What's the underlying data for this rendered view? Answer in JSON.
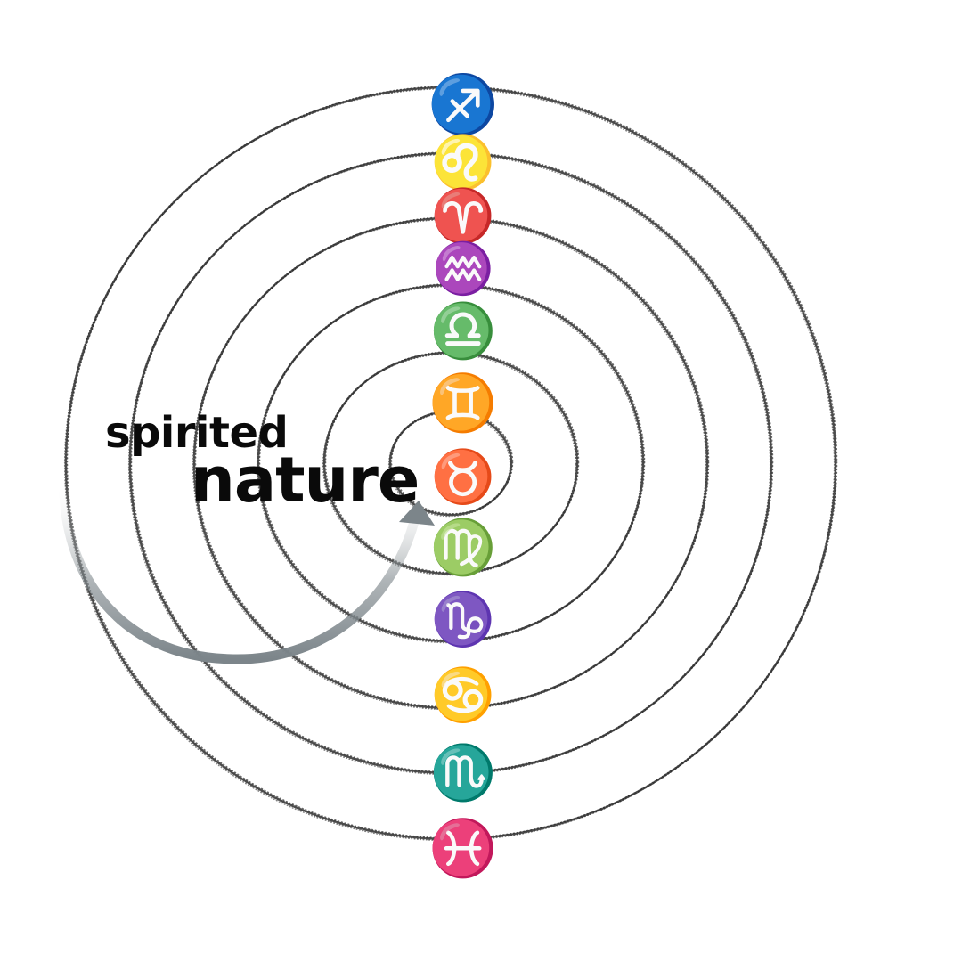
{
  "headline": {
    "line1": "spirited",
    "line2": "nature"
  },
  "colors": {
    "background": "#ffffff",
    "spiral": "#2b2b2b",
    "text": "#0a0a0a",
    "arrow": "#7c858a",
    "symbol_dark": "#111111",
    "symbol_light": "#a09a94"
  },
  "zodiac_column": {
    "symbols": [
      {
        "sign": "sagittarius",
        "glyph": "♐",
        "tone": "dark"
      },
      {
        "sign": "leo",
        "glyph": "♌",
        "tone": "dark"
      },
      {
        "sign": "aries",
        "glyph": "♈",
        "tone": "dark"
      },
      {
        "sign": "aquarius",
        "glyph": "♒",
        "tone": "dark"
      },
      {
        "sign": "libra",
        "glyph": "♎",
        "tone": "dark"
      },
      {
        "sign": "gemini",
        "glyph": "♊",
        "tone": "dark"
      },
      {
        "sign": "taurus",
        "glyph": "♉",
        "tone": "dark"
      },
      {
        "sign": "virgo",
        "glyph": "♍",
        "tone": "light"
      },
      {
        "sign": "capricorn",
        "glyph": "♑",
        "tone": "dark"
      },
      {
        "sign": "cancer",
        "glyph": "♋",
        "tone": "dark"
      },
      {
        "sign": "scorpio",
        "glyph": "♏",
        "tone": "light"
      },
      {
        "sign": "pisces",
        "glyph": "♓",
        "tone": "dark"
      }
    ]
  },
  "decorations": {
    "spiral": "dotted-spiral",
    "arrow": "curved-arrow"
  }
}
